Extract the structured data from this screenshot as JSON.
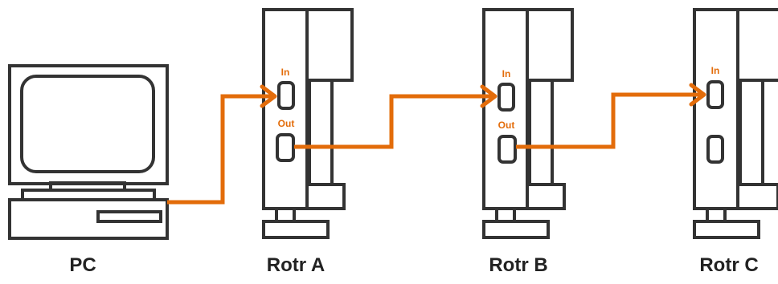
{
  "labels": {
    "pc": "PC",
    "rotor_a": "Rotr A",
    "rotor_b": "Rotr B",
    "rotor_c": "Rotr C"
  },
  "ports": {
    "in": "In",
    "out": "Out"
  },
  "colors": {
    "cable": "#e36c0a",
    "outline": "#333333",
    "text": "#222222"
  }
}
